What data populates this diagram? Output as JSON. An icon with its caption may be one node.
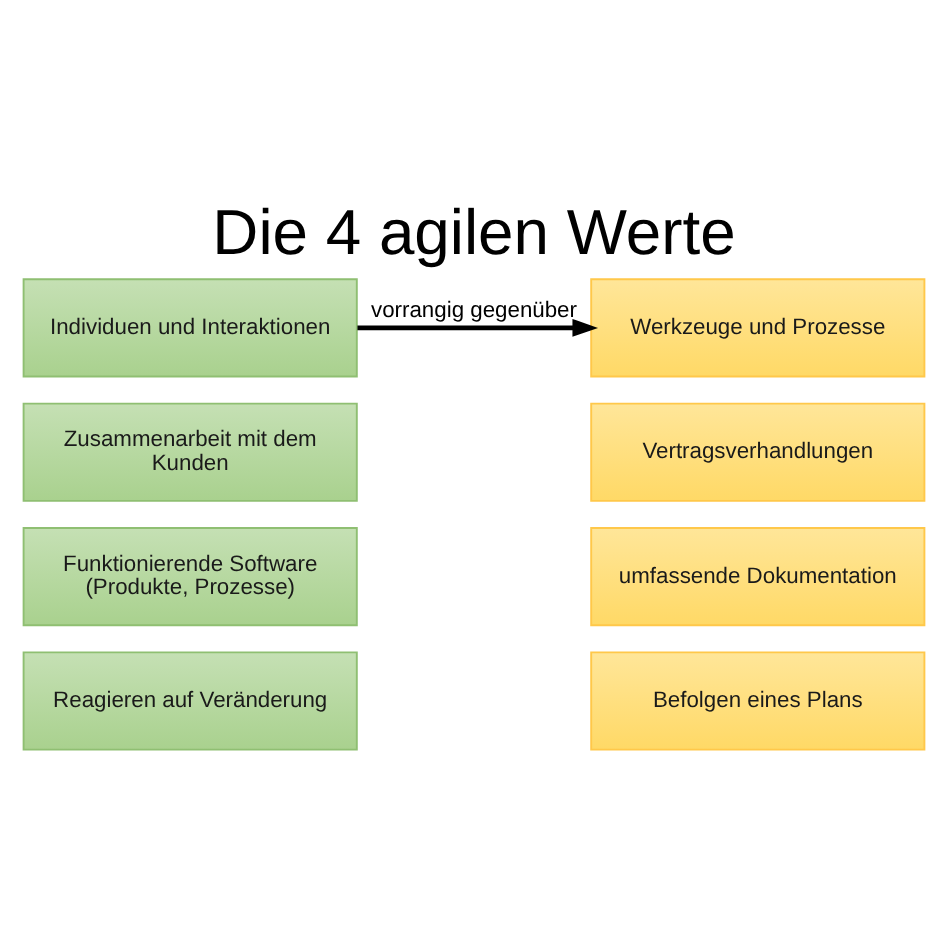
{
  "diagram": {
    "title": "Die 4 agilen Werte",
    "nodes": [
      {
        "text": [
          "Individuen und Interaktionen"
        ]
      },
      {
        "text": [
          "Werkzeuge und Prozesse"
        ]
      },
      {
        "text": [
          "Zusammenarbeit mit dem Kunden"
        ]
      },
      {
        "text": [
          "Vertragsverhandlungen"
        ]
      },
      {
        "text": [
          "Funktionierende Software (Produkte, Prozesse)"
        ]
      },
      {
        "text": [
          "umfassende Dokumentation"
        ]
      },
      {
        "text": [
          "Reagieren auf Veränderung"
        ]
      },
      {
        "text": [
          "Befolgen eines Plans"
        ]
      }
    ],
    "edges": [
      {
        "from": 0,
        "to": 1,
        "arrow": "to",
        "label": "vorrangig gegenüber"
      }
    ]
  }
}
